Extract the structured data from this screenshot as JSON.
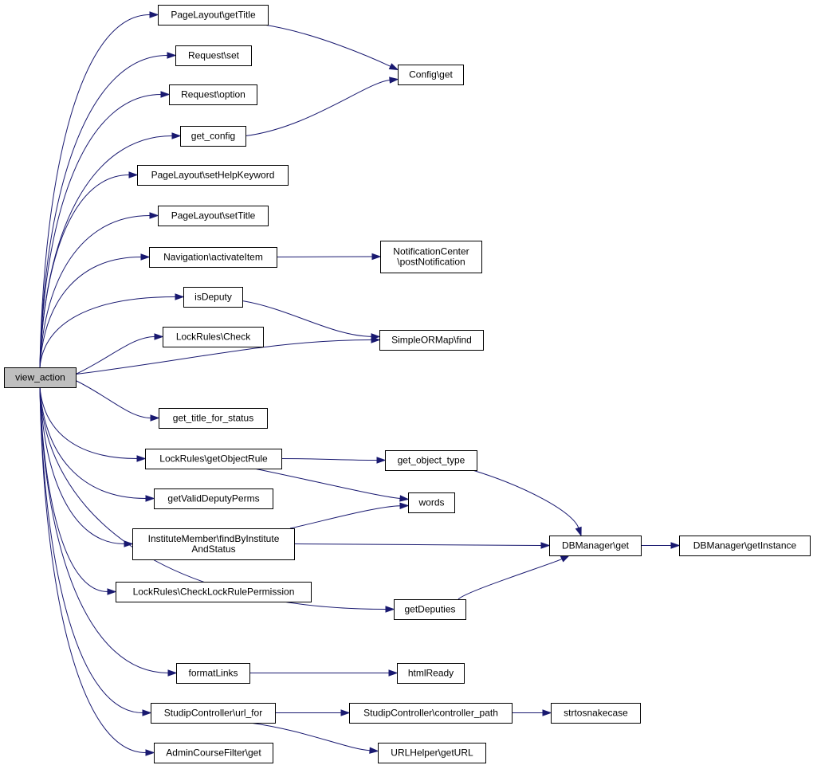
{
  "graph": {
    "title": "",
    "root": "view_action",
    "nodes": [
      {
        "id": "view_action",
        "lines": [
          "view_action"
        ],
        "root": true
      },
      {
        "id": "pagelayout_gettitle",
        "lines": [
          "PageLayout\\getTitle"
        ]
      },
      {
        "id": "request_set",
        "lines": [
          "Request\\set"
        ]
      },
      {
        "id": "request_option",
        "lines": [
          "Request\\option"
        ]
      },
      {
        "id": "get_config",
        "lines": [
          "get_config"
        ]
      },
      {
        "id": "pagelayout_sethelpkeyword",
        "lines": [
          "PageLayout\\setHelpKeyword"
        ]
      },
      {
        "id": "pagelayout_settitle",
        "lines": [
          "PageLayout\\setTitle"
        ]
      },
      {
        "id": "navigation_activateitem",
        "lines": [
          "Navigation\\activateItem"
        ]
      },
      {
        "id": "isdeputy",
        "lines": [
          "isDeputy"
        ]
      },
      {
        "id": "lockrules_check",
        "lines": [
          "LockRules\\Check"
        ]
      },
      {
        "id": "get_title_for_status",
        "lines": [
          "get_title_for_status"
        ]
      },
      {
        "id": "lockrules_getobjectrule",
        "lines": [
          "LockRules\\getObjectRule"
        ]
      },
      {
        "id": "getvaliddeputyperms",
        "lines": [
          "getValidDeputyPerms"
        ]
      },
      {
        "id": "institutemember_find",
        "lines": [
          "InstituteMember\\findByInstitute",
          "AndStatus"
        ]
      },
      {
        "id": "lockrules_checklockrulepermission",
        "lines": [
          "LockRules\\CheckLockRulePermission"
        ]
      },
      {
        "id": "getdeputies",
        "lines": [
          "getDeputies"
        ]
      },
      {
        "id": "formatlinks",
        "lines": [
          "formatLinks"
        ]
      },
      {
        "id": "studipcontroller_url_for",
        "lines": [
          "StudipController\\url_for"
        ]
      },
      {
        "id": "admincoursefilter_get",
        "lines": [
          "AdminCourseFilter\\get"
        ]
      },
      {
        "id": "config_get",
        "lines": [
          "Config\\get"
        ]
      },
      {
        "id": "notificationcenter_postnotification",
        "lines": [
          "NotificationCenter",
          "\\postNotification"
        ]
      },
      {
        "id": "simpleormap_find",
        "lines": [
          "SimpleORMap\\find"
        ]
      },
      {
        "id": "get_object_type",
        "lines": [
          "get_object_type"
        ]
      },
      {
        "id": "words",
        "lines": [
          "words"
        ]
      },
      {
        "id": "dbmanager_get",
        "lines": [
          "DBManager\\get"
        ]
      },
      {
        "id": "dbmanager_getinstance",
        "lines": [
          "DBManager\\getInstance"
        ]
      },
      {
        "id": "htmlready",
        "lines": [
          "htmlReady"
        ]
      },
      {
        "id": "studipcontroller_controller_path",
        "lines": [
          "StudipController\\controller_path"
        ]
      },
      {
        "id": "strtosnakecase",
        "lines": [
          "strtosnakecase"
        ]
      },
      {
        "id": "urlhelper_geturl",
        "lines": [
          "URLHelper\\getURL"
        ]
      }
    ],
    "edges": [
      {
        "from": "view_action",
        "to": "pagelayout_gettitle"
      },
      {
        "from": "view_action",
        "to": "request_set"
      },
      {
        "from": "view_action",
        "to": "request_option"
      },
      {
        "from": "view_action",
        "to": "get_config"
      },
      {
        "from": "view_action",
        "to": "pagelayout_sethelpkeyword"
      },
      {
        "from": "view_action",
        "to": "pagelayout_settitle"
      },
      {
        "from": "view_action",
        "to": "navigation_activateitem"
      },
      {
        "from": "view_action",
        "to": "isdeputy"
      },
      {
        "from": "view_action",
        "to": "lockrules_check"
      },
      {
        "from": "view_action",
        "to": "simpleormap_find"
      },
      {
        "from": "view_action",
        "to": "get_title_for_status"
      },
      {
        "from": "view_action",
        "to": "lockrules_getobjectrule"
      },
      {
        "from": "view_action",
        "to": "getvaliddeputyperms"
      },
      {
        "from": "view_action",
        "to": "institutemember_find"
      },
      {
        "from": "view_action",
        "to": "lockrules_checklockrulepermission"
      },
      {
        "from": "view_action",
        "to": "getdeputies"
      },
      {
        "from": "view_action",
        "to": "formatlinks"
      },
      {
        "from": "view_action",
        "to": "studipcontroller_url_for"
      },
      {
        "from": "view_action",
        "to": "admincoursefilter_get"
      },
      {
        "from": "pagelayout_gettitle",
        "to": "config_get"
      },
      {
        "from": "get_config",
        "to": "config_get"
      },
      {
        "from": "navigation_activateitem",
        "to": "notificationcenter_postnotification"
      },
      {
        "from": "isdeputy",
        "to": "simpleormap_find"
      },
      {
        "from": "lockrules_getobjectrule",
        "to": "get_object_type"
      },
      {
        "from": "lockrules_getobjectrule",
        "to": "words"
      },
      {
        "from": "institutemember_find",
        "to": "words"
      },
      {
        "from": "institutemember_find",
        "to": "dbmanager_get"
      },
      {
        "from": "get_object_type",
        "to": "dbmanager_get"
      },
      {
        "from": "getdeputies",
        "to": "dbmanager_get"
      },
      {
        "from": "dbmanager_get",
        "to": "dbmanager_getinstance"
      },
      {
        "from": "formatlinks",
        "to": "htmlready"
      },
      {
        "from": "studipcontroller_url_for",
        "to": "studipcontroller_controller_path"
      },
      {
        "from": "studipcontroller_url_for",
        "to": "urlhelper_geturl"
      },
      {
        "from": "studipcontroller_controller_path",
        "to": "strtosnakecase"
      }
    ]
  },
  "colors": {
    "edge": "#191970",
    "root_fill": "#bfbfbf",
    "node_fill": "#ffffff",
    "node_border": "#000000"
  }
}
